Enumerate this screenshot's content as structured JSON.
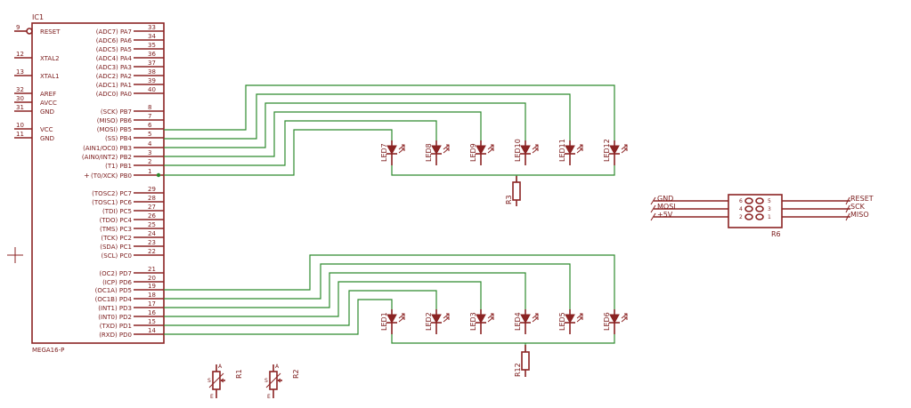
{
  "ic": {
    "name": "IC1",
    "value": "MEGA16-P",
    "left_pins": [
      {
        "num": "9",
        "name": "RESET",
        "inverted": true
      },
      {
        "num": "12",
        "name": "XTAL2"
      },
      {
        "num": "13",
        "name": "XTAL1"
      },
      {
        "num": "32",
        "name": "AREF"
      },
      {
        "num": "30",
        "name": "AVCC"
      },
      {
        "num": "31",
        "name": "GND"
      },
      {
        "num": "10",
        "name": "VCC"
      },
      {
        "num": "11",
        "name": "GND"
      }
    ],
    "right_pins": [
      {
        "num": "33",
        "name": "(ADC7) PA7"
      },
      {
        "num": "34",
        "name": "(ADC6) PA6"
      },
      {
        "num": "35",
        "name": "(ADC5) PA5"
      },
      {
        "num": "36",
        "name": "(ADC4) PA4"
      },
      {
        "num": "37",
        "name": "(ADC3) PA3"
      },
      {
        "num": "38",
        "name": "(ADC2) PA2"
      },
      {
        "num": "39",
        "name": "(ADC1) PA1"
      },
      {
        "num": "40",
        "name": "(ADC0) PA0"
      },
      {
        "num": "8",
        "name": "(SCK) PB7"
      },
      {
        "num": "7",
        "name": "(MISO) PB6"
      },
      {
        "num": "6",
        "name": "(MOSI) PB5"
      },
      {
        "num": "5",
        "name": "(SS) PB4"
      },
      {
        "num": "4",
        "name": "(AIN1/OC0) PB3"
      },
      {
        "num": "3",
        "name": "(AIN0/INT2) PB2"
      },
      {
        "num": "2",
        "name": "(T1) PB1"
      },
      {
        "num": "1",
        "name": "(T0/XCK) PB0"
      },
      {
        "num": "29",
        "name": "(TOSC2) PC7"
      },
      {
        "num": "28",
        "name": "(TOSC1) PC6"
      },
      {
        "num": "27",
        "name": "(TDI) PC5"
      },
      {
        "num": "26",
        "name": "(TDO) PC4"
      },
      {
        "num": "25",
        "name": "(TMS) PC3"
      },
      {
        "num": "24",
        "name": "(TCK) PC2"
      },
      {
        "num": "23",
        "name": "(SDA) PC1"
      },
      {
        "num": "22",
        "name": "(SCL) PC0"
      },
      {
        "num": "21",
        "name": "(OC2) PD7"
      },
      {
        "num": "20",
        "name": "(ICP) PD6"
      },
      {
        "num": "19",
        "name": "(OC1A) PD5"
      },
      {
        "num": "18",
        "name": "(OC1B) PD4"
      },
      {
        "num": "17",
        "name": "(INT1) PD3"
      },
      {
        "num": "16",
        "name": "(INT0) PD2"
      },
      {
        "num": "15",
        "name": "(TXD) PD1"
      },
      {
        "num": "14",
        "name": "(RXD) PD0"
      }
    ],
    "pb0_marker": "+"
  },
  "leds_top": [
    "LED7",
    "LED8",
    "LED9",
    "LED10",
    "LED11",
    "LED12"
  ],
  "leds_bottom": [
    "LED1",
    "LED2",
    "LED3",
    "LED4",
    "LED5",
    "LED6"
  ],
  "resistors": {
    "r3": "R3",
    "r12": "R12"
  },
  "pots": [
    {
      "name": "R1",
      "a": "A",
      "e": "E",
      "s": "S"
    },
    {
      "name": "R2",
      "a": "A",
      "e": "E",
      "s": "S"
    }
  ],
  "header": {
    "name": "R6",
    "left_pins": [
      "6",
      "4",
      "2"
    ],
    "right_pins": [
      "5",
      "3",
      "1"
    ],
    "left_signals": [
      "GND",
      "MOSI",
      "+5V"
    ],
    "right_signals": [
      "RESET",
      "SCK",
      "MISO"
    ]
  },
  "colors": {
    "part": "#8b2323",
    "wire": "#2e8b2e",
    "text": "#7a1a1a"
  }
}
